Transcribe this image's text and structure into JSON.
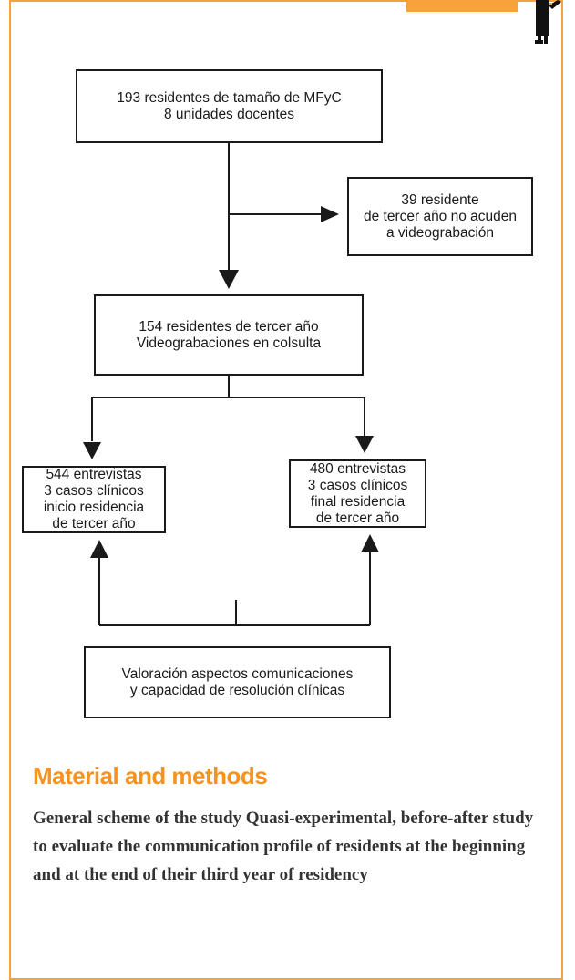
{
  "colors": {
    "accent": "#f7921e",
    "frame": "#f7a23b",
    "ink": "#1a1a1a"
  },
  "flowchart": {
    "box_initial": {
      "line1": "193 residentes de tamaño de MFyC",
      "line2": "8 unidades docentes"
    },
    "box_excluded": {
      "line1": "39 residente",
      "line2": "de tercer año no acuden",
      "line3": "a videograbación"
    },
    "box_recorded": {
      "line1": "154 residentes de tercer año",
      "line2": "Videograbaciones en colsulta"
    },
    "box_start": {
      "line1": "544 entrevistas",
      "line2": "3 casos clínicos",
      "line3": "inicio residencia",
      "line4": "de tercer año"
    },
    "box_end": {
      "line1": "480 entrevistas",
      "line2": "3 casos clínicos",
      "line3": "final residencia",
      "line4": "de tercer año"
    },
    "box_assessment": {
      "line1": "Valoración aspectos comunicaciones",
      "line2": "y capacidad de resolución clínicas"
    }
  },
  "section": {
    "title": "Material and methods",
    "caption": "General scheme of the study Quasi-experimental, before-after study to evaluate the communication profile of residents at the beginning and at the end of their third year of residency"
  }
}
